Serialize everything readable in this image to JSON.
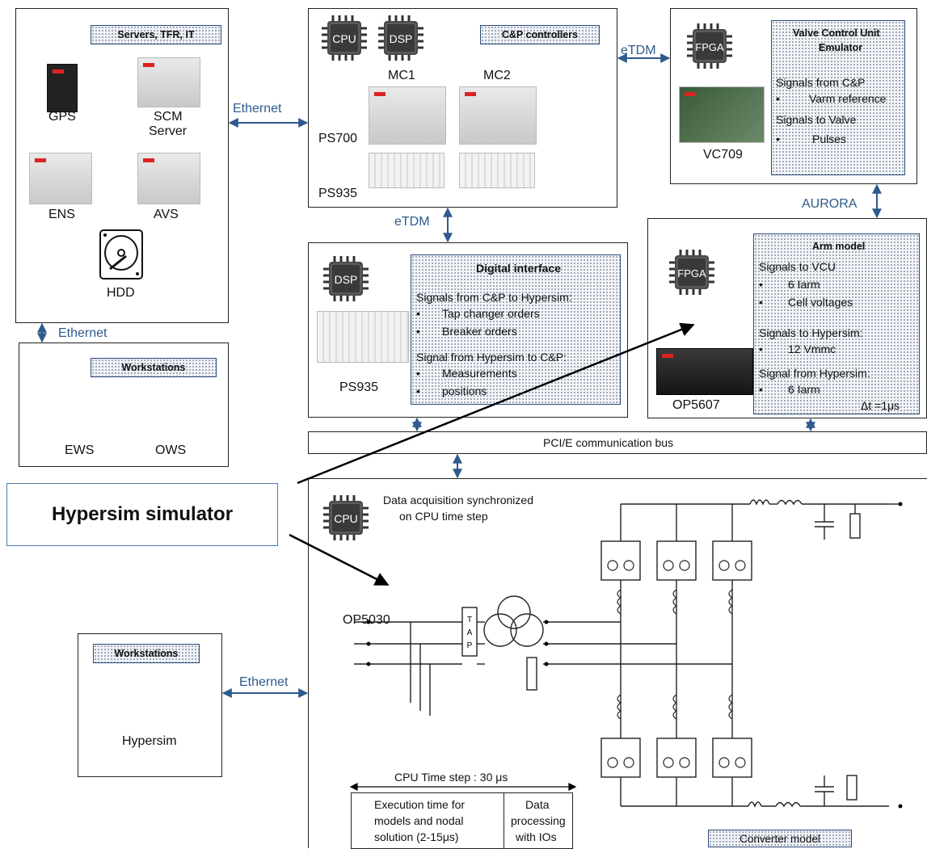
{
  "servers_box": {
    "title": "Servers, TFR, IT",
    "gps": "GPS",
    "scm_line1": "SCM",
    "scm_line2": "Server",
    "ens": "ENS",
    "avs": "AVS",
    "hdd": "HDD"
  },
  "workstations_top": {
    "title": "Workstations",
    "ews": "EWS",
    "ows": "OWS"
  },
  "workstations_bottom": {
    "title": "Workstations",
    "hypersim": "Hypersim"
  },
  "links": {
    "ethernet_top": "Ethernet",
    "ethernet_left": "Ethernet",
    "ethernet_bottom": "Ethernet",
    "etdm_right": "eTDM",
    "etdm_down": "eTDM",
    "aurora": "AURORA"
  },
  "cp_box": {
    "title": "C&P controllers",
    "cpu": "CPU",
    "dsp": "DSP",
    "mc1": "MC1",
    "mc2": "MC2",
    "ps700": "PS700",
    "ps935": "PS935"
  },
  "vcu_box": {
    "fpga": "FPGA",
    "title_line1": "Valve Control Unit",
    "title_line2": "Emulator",
    "sig_from_cp": "Signals from C&P",
    "varm": "Varm reference",
    "sig_to_valve": "Signals to Valve",
    "pulses": "Pulses",
    "vc709": "VC709"
  },
  "di_box": {
    "dsp": "DSP",
    "ps935": "PS935",
    "title": "Digital interface",
    "sig_cp_to_hs": "Signals from C&P to Hypersim:",
    "tap": "Tap changer orders",
    "breaker": "Breaker orders",
    "sig_hs_to_cp": "Signal from Hypersim to C&P:",
    "measurements": "Measurements",
    "positions": "positions"
  },
  "arm_box": {
    "fpga": "FPGA",
    "op5607": "OP5607",
    "title": "Arm model",
    "sig_to_vcu": "Signals to VCU",
    "iarm6": "6 Iarm",
    "cell": "Cell voltages",
    "sig_to_hs": "Signals to Hypersim:",
    "vmmc": "12 Vmmc",
    "sig_from_hs": "Signal from Hypersim:",
    "iarm6b": "6 Iarm",
    "dt": "Δt =1μs"
  },
  "bus": {
    "label": "PCI/E communication bus"
  },
  "hypersim_label": "Hypersim simulator",
  "main_box": {
    "cpu": "CPU",
    "daq_line1": "Data acquisition synchronized",
    "daq_line2": "on CPU time step",
    "op5030": "OP5030",
    "tap": [
      "T",
      "A",
      "P"
    ],
    "timestep": "CPU Time step : 30 μs",
    "exec_line1": "Execution time for",
    "exec_line2": "models and nodal",
    "exec_line3": "solution (2-15μs)",
    "data_line1": "Data",
    "data_line2": "processing",
    "data_line3": "with IOs",
    "converter": "Converter model"
  },
  "colors": {
    "link_blue": "#2e5a8c",
    "border": "#222222",
    "accent_red": "#d22222"
  }
}
